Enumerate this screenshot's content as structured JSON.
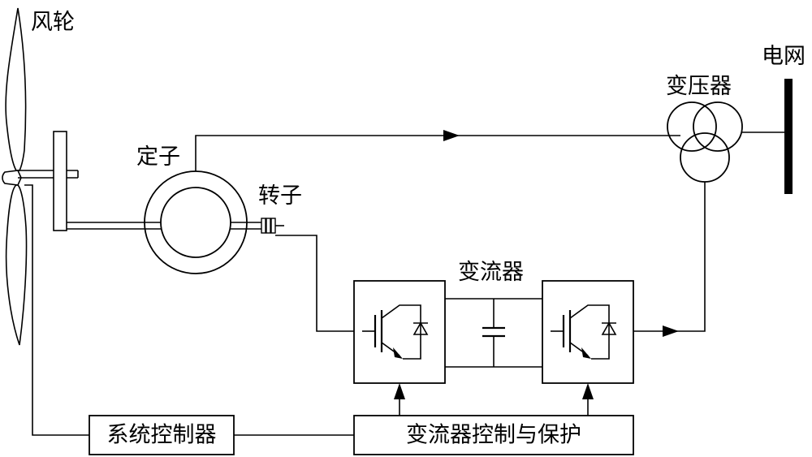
{
  "labels": {
    "rotor_wheel": "风轮",
    "stator": "定子",
    "rotor": "转子",
    "transformer": "变压器",
    "grid": "电网",
    "converter": "变流器",
    "system_controller": "系统控制器",
    "converter_control": "变流器控制与保护"
  },
  "colors": {
    "line": "#000000",
    "background": "#ffffff"
  }
}
